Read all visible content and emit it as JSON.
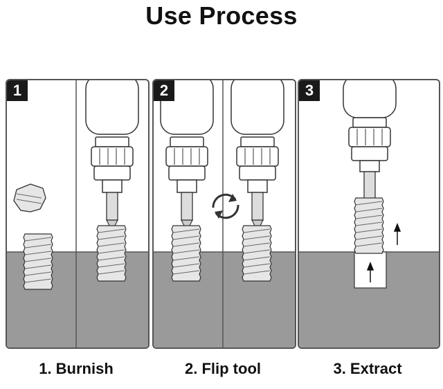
{
  "title": "Use Process",
  "steps": [
    {
      "number": "1",
      "caption": "1. Burnish"
    },
    {
      "number": "2",
      "caption": "2. Flip tool"
    },
    {
      "number": "3",
      "caption": "3. Extract"
    }
  ],
  "colors": {
    "ground": "#9a9a9a",
    "outline": "#555555",
    "badge": "#1a1a1a"
  },
  "icons": [
    "drill-icon",
    "screw-icon",
    "flip-arrows-icon",
    "up-arrow-icon",
    "bolt-head-icon"
  ]
}
